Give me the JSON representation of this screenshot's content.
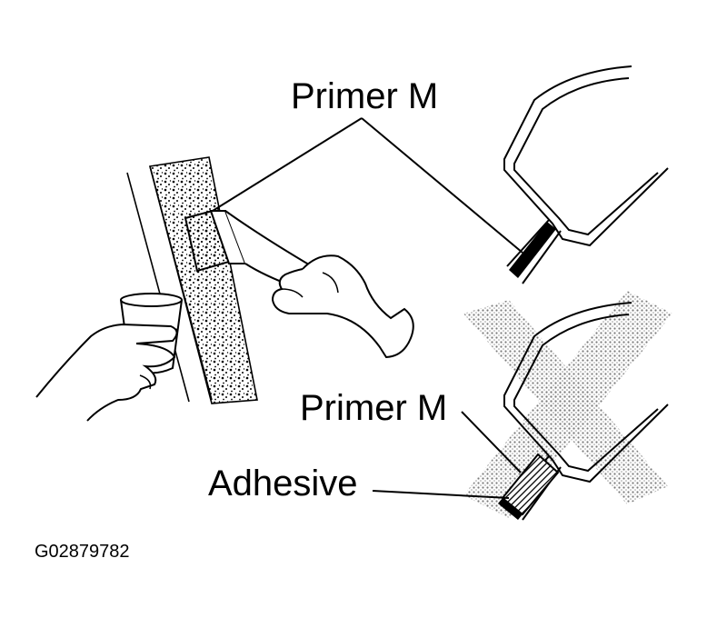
{
  "labels": {
    "primer_top": "Primer M",
    "primer_bottom": "Primer M",
    "adhesive": "Adhesive",
    "figure_id": "G02879782"
  },
  "colors": {
    "line": "#000000",
    "background": "#ffffff",
    "stipple": "#9a9a9a"
  },
  "icons": {
    "correct_method": "check-free-panel-profile",
    "incorrect_method": "cross-out-x-mark"
  }
}
